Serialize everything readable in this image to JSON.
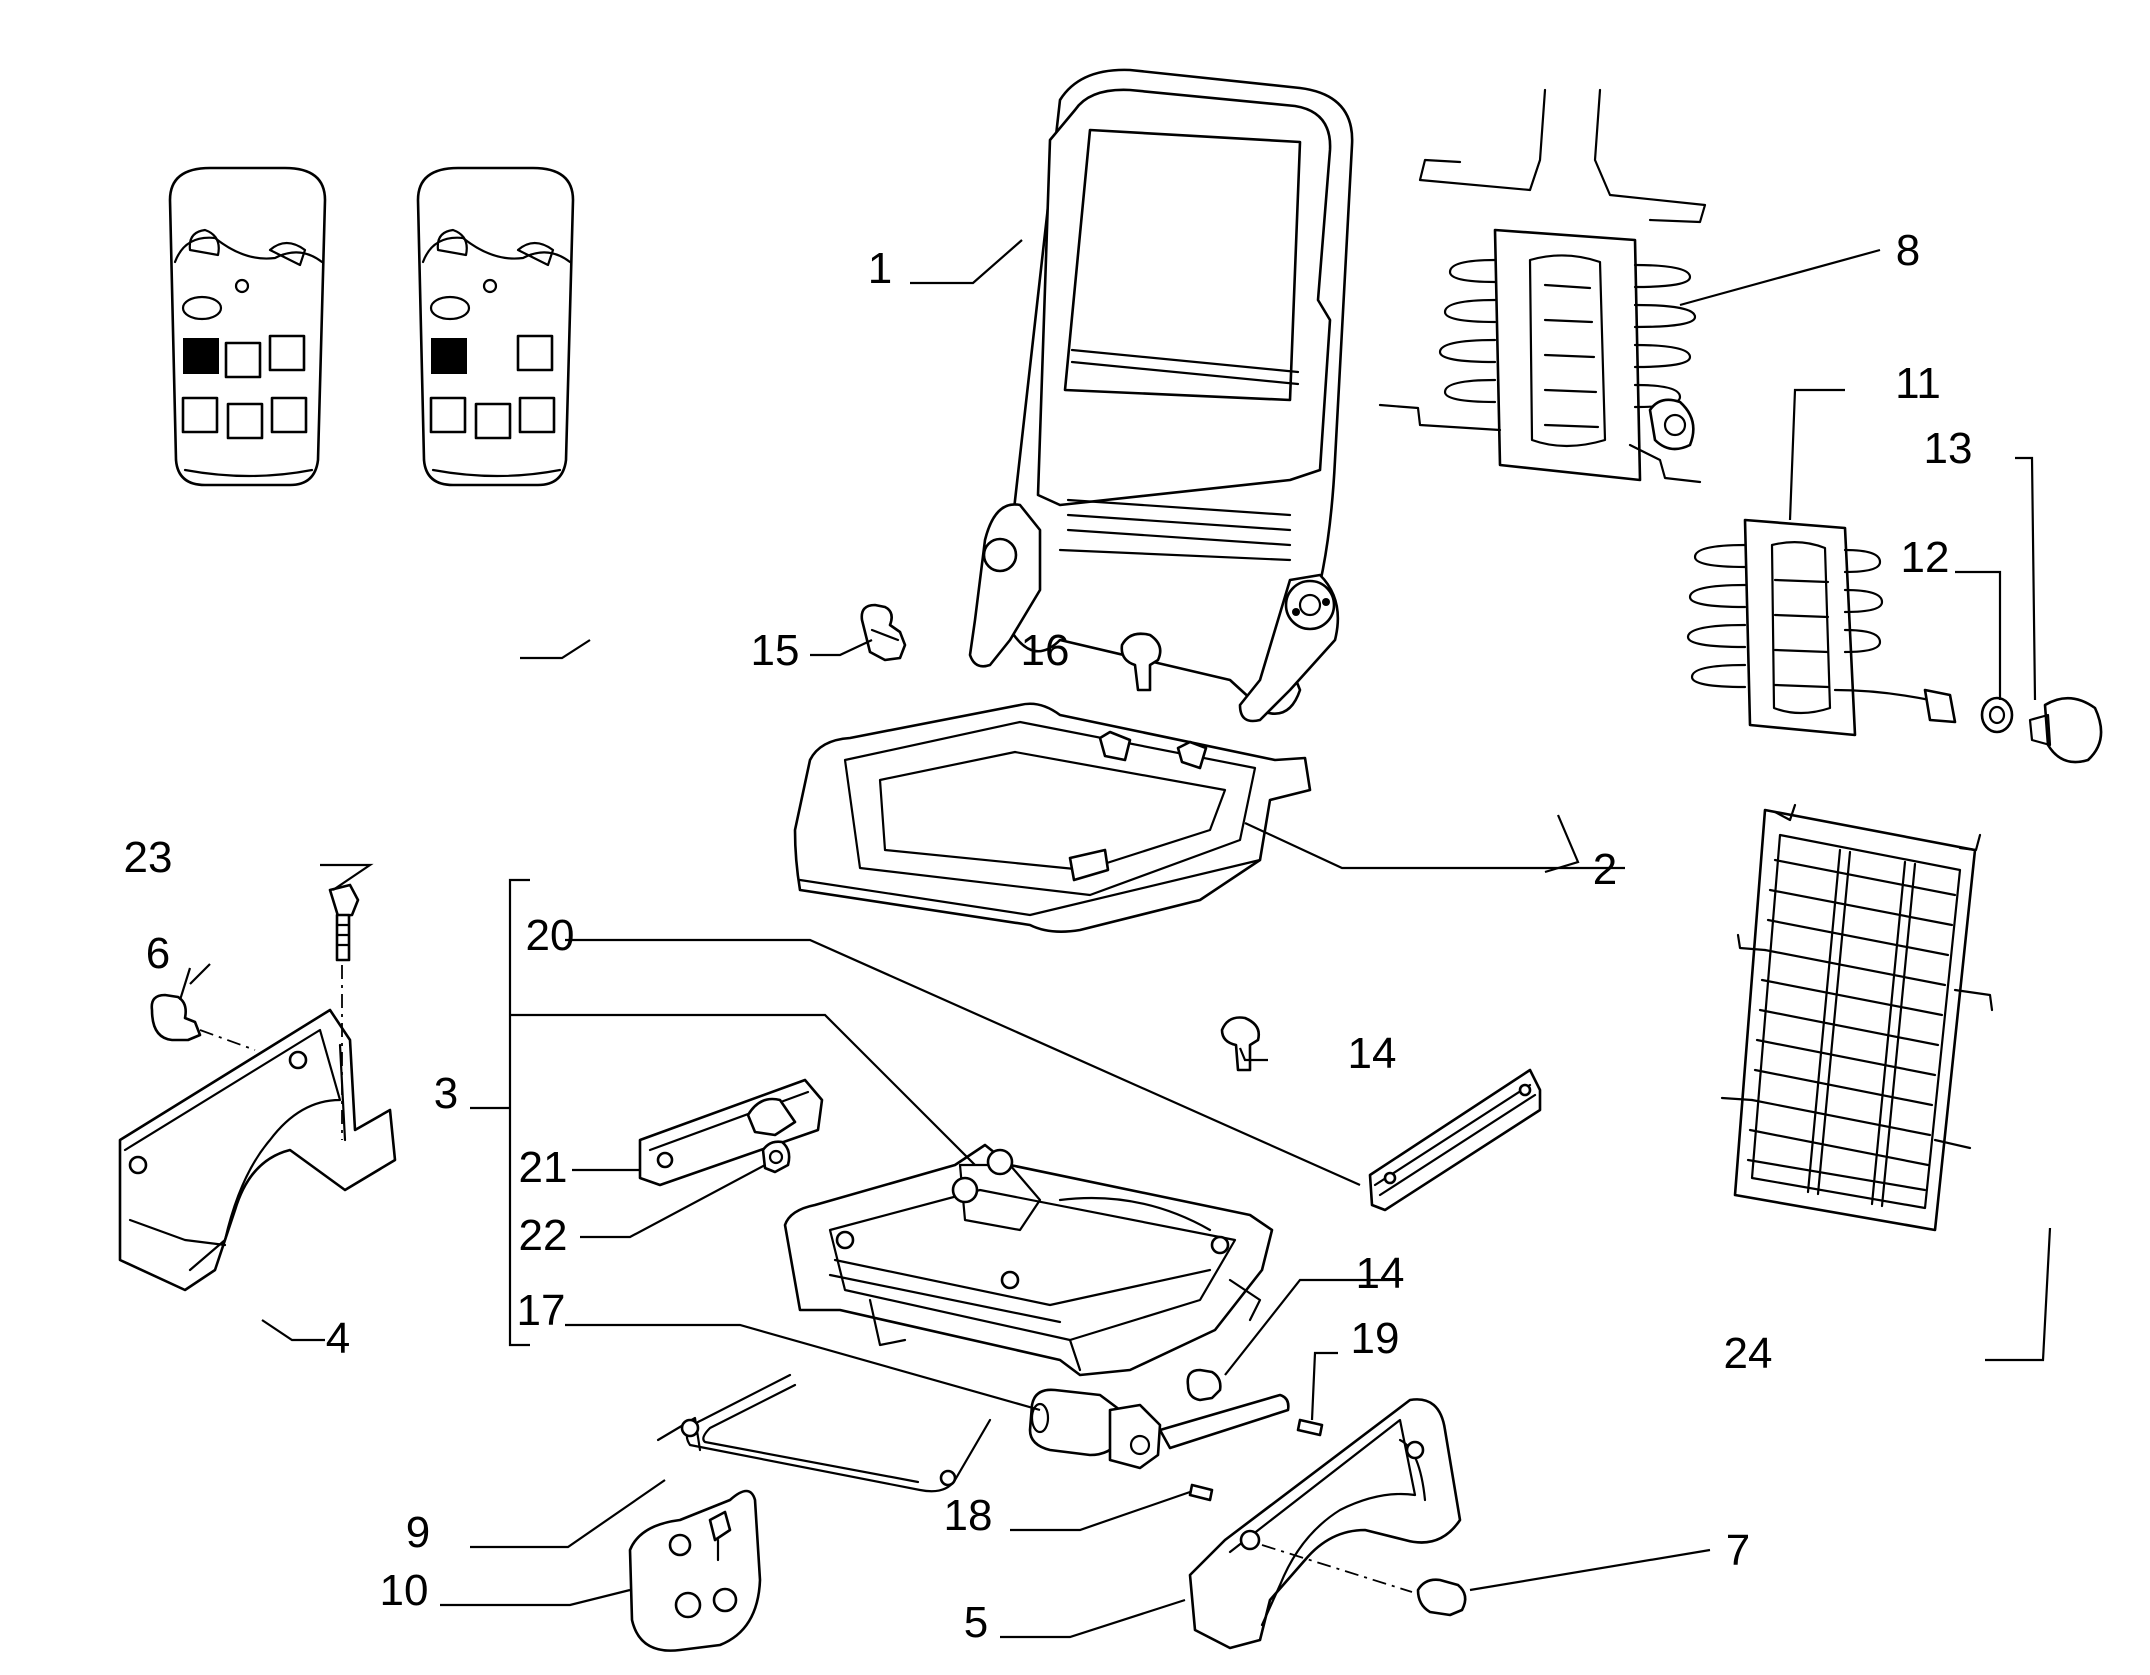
{
  "callouts": [
    {
      "id": "1",
      "label": "1"
    },
    {
      "id": "2",
      "label": "2"
    },
    {
      "id": "3",
      "label": "3"
    },
    {
      "id": "4",
      "label": "4"
    },
    {
      "id": "5",
      "label": "5"
    },
    {
      "id": "6",
      "label": "6"
    },
    {
      "id": "7",
      "label": "7"
    },
    {
      "id": "8",
      "label": "8"
    },
    {
      "id": "9",
      "label": "9"
    },
    {
      "id": "10",
      "label": "10"
    },
    {
      "id": "11",
      "label": "11"
    },
    {
      "id": "12",
      "label": "12"
    },
    {
      "id": "13",
      "label": "13"
    },
    {
      "id": "14a",
      "label": "14"
    },
    {
      "id": "14b",
      "label": "14"
    },
    {
      "id": "15",
      "label": "15"
    },
    {
      "id": "16",
      "label": "16"
    },
    {
      "id": "17",
      "label": "17"
    },
    {
      "id": "18",
      "label": "18"
    },
    {
      "id": "19",
      "label": "19"
    },
    {
      "id": "20",
      "label": "20"
    },
    {
      "id": "21",
      "label": "21"
    },
    {
      "id": "22",
      "label": "22"
    },
    {
      "id": "23",
      "label": "23"
    },
    {
      "id": "24",
      "label": "24"
    }
  ],
  "colors": {
    "line": "#000000",
    "background": "#ffffff"
  },
  "icons": [
    "seat-position-key-left-icon",
    "seat-position-key-right-icon"
  ]
}
